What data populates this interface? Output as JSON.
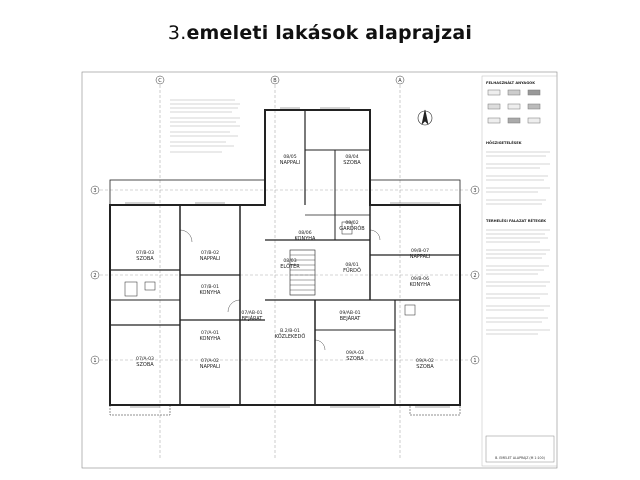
{
  "title": {
    "number": "3.",
    "text": "emeleti lakások alaprajzai"
  },
  "rooms": [
    {
      "code": "08/05",
      "name": "NAPPALI"
    },
    {
      "code": "08/04",
      "name": "SZOBA"
    },
    {
      "code": "08/06",
      "name": "KONYHA"
    },
    {
      "code": "08/03",
      "name": "ELŐTÉR"
    },
    {
      "code": "08/02",
      "name": "GARDRÓB"
    },
    {
      "code": "08/01",
      "name": "FÜRDŐ"
    },
    {
      "code": "07/B-03",
      "name": "SZOBA"
    },
    {
      "code": "07/B-02",
      "name": "NAPPALI"
    },
    {
      "code": "07/B-01",
      "name": "KONYHA"
    },
    {
      "code": "07/AB-01",
      "name": "BEJÁRAT"
    },
    {
      "code": "07/A-01",
      "name": "KONYHA"
    },
    {
      "code": "07/A-03",
      "name": "SZOBA"
    },
    {
      "code": "07/A-02",
      "name": "NAPPALI"
    },
    {
      "code": "B.2/B-01",
      "name": "KÖZLEKEDŐ"
    },
    {
      "code": "09/B-07",
      "name": "NAPPALI"
    },
    {
      "code": "09/B-06",
      "name": "KONYHA"
    },
    {
      "code": "09/AB-01",
      "name": "BEJÁRAT"
    },
    {
      "code": "09/A-03",
      "name": "SZOBA"
    },
    {
      "code": "09/A-02",
      "name": "SZOBA"
    }
  ],
  "axes": {
    "top": [
      "C",
      "B",
      "A"
    ],
    "side": [
      "3",
      "2",
      "1"
    ]
  },
  "legend": {
    "heading1": "FELHASZNÁLT ANYAGOK",
    "heading2": "HŐSZIGETELÉSEK",
    "heading3": "TERHELÉSI FALAZAT RÉTEGEK"
  },
  "footer": "B. EMELET ALAPRAJZ (M 1:100)"
}
